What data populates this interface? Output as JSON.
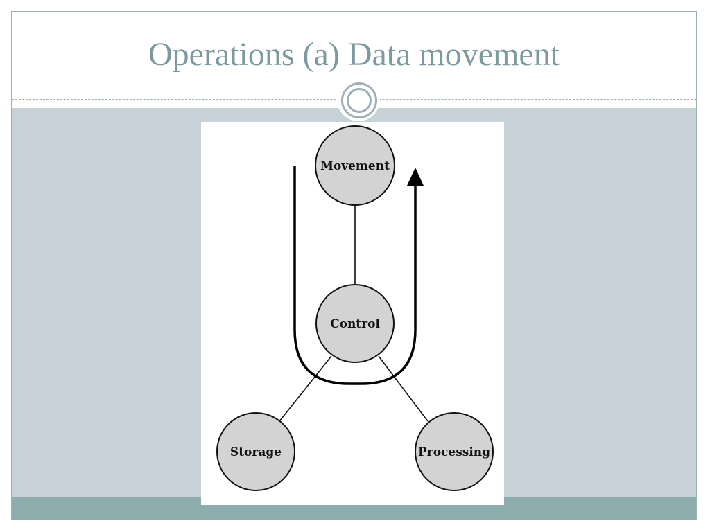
{
  "slide": {
    "title": "Operations (a) Data movement"
  },
  "diagram": {
    "nodes": {
      "movement": "Movement",
      "control": "Control",
      "storage": "Storage",
      "processing": "Processing"
    },
    "colors": {
      "node_fill": "#d3d3d3",
      "node_stroke": "#111111",
      "title": "#7a9aa0",
      "content_band": "#c6d2d8",
      "footer_band": "#8dacad"
    }
  }
}
